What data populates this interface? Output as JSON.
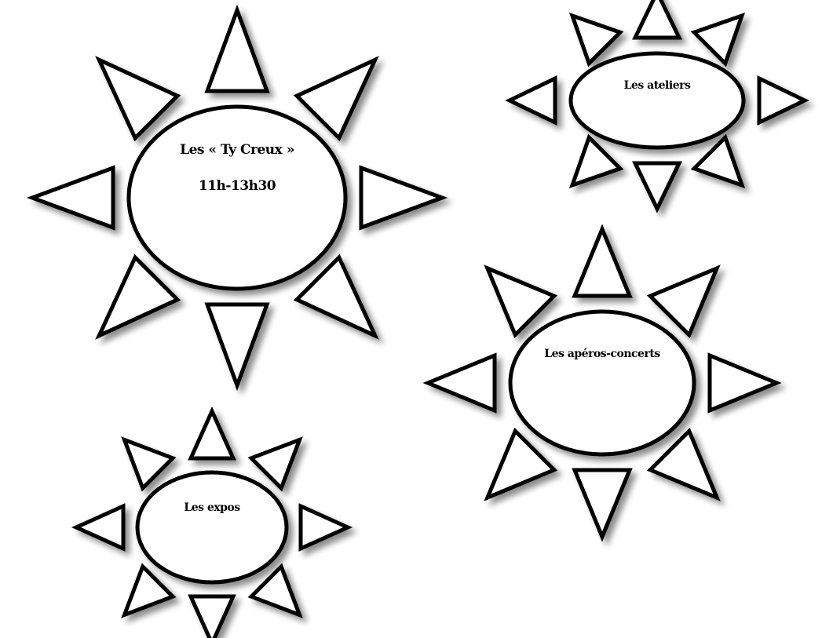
{
  "colors": {
    "stroke": "#000000",
    "fill": "#ffffff",
    "text": "#000000"
  },
  "suns": [
    {
      "id": "ty-creux",
      "lines": [
        "Les « Ty Creux »",
        "11h-13h30"
      ]
    },
    {
      "id": "ateliers",
      "lines": [
        "Les ateliers"
      ]
    },
    {
      "id": "aperos-concerts",
      "lines": [
        "Les apéros-concerts"
      ]
    },
    {
      "id": "expos",
      "lines": [
        "Les expos"
      ]
    }
  ]
}
